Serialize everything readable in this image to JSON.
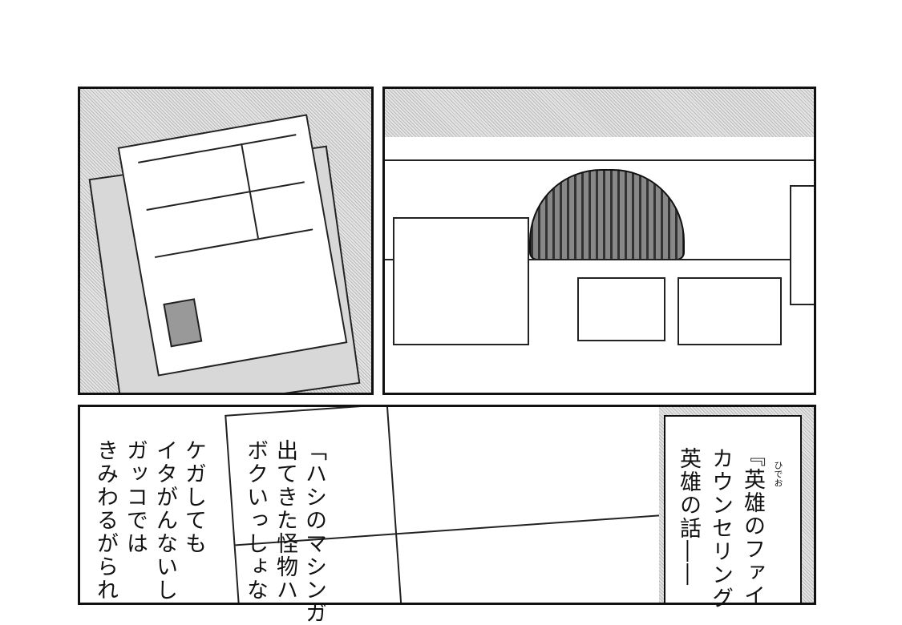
{
  "panels": [
    {
      "id": "documents-closeup"
    },
    {
      "id": "desk-with-box-and-chair"
    },
    {
      "id": "file-closeup-with-text"
    }
  ],
  "caption": {
    "lines": [
      "『英雄のファイ",
      "カウンセリング",
      "英雄の話――"
    ],
    "ruby": "ひでお"
  },
  "speech": {
    "middle": [
      "「ハシのマシンガ",
      "出てきた怪物ハ",
      "ボクいっしょな"
    ],
    "left": [
      "ケガしても",
      "イタがんないし",
      "ガッコでは",
      "きみわるがられ"
    ]
  }
}
